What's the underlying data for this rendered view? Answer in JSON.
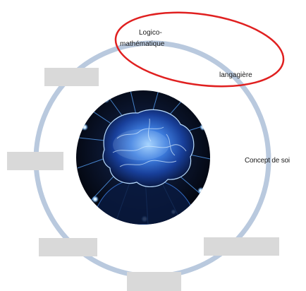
{
  "labels": {
    "logico_line1": "Logico-",
    "logico_line2": "mathématique",
    "langagiere": "langagière",
    "concept_de_soi": "Concept de soi"
  },
  "colors": {
    "ring": "#b9c9de",
    "highlight_ellipse": "#e02020",
    "placeholder": "#d9d9d9",
    "brain_background": "#050914",
    "brain_glow": "#3f7fe0"
  },
  "icons": {
    "center_image": "glowing-brain-image"
  },
  "placeholders": [
    "",
    "",
    "",
    "",
    ""
  ]
}
